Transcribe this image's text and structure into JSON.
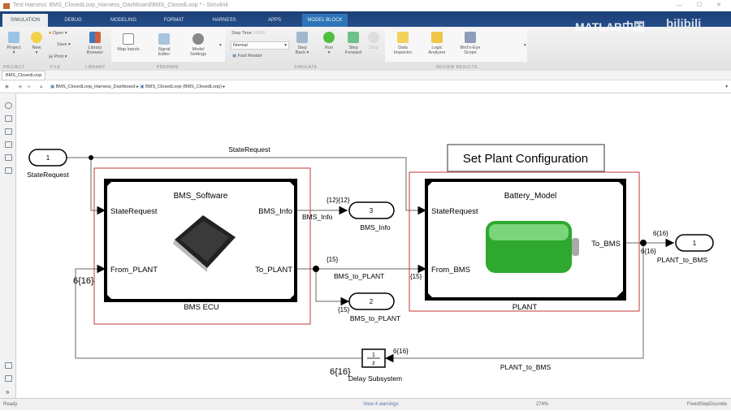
{
  "window": {
    "title": "Test Harness: BMS_ClosedLoop_Harness_Dashboard/BMS_ClosedLoop * - Simulink",
    "watermark": "MATLAB中国",
    "watermark2": "bilibili"
  },
  "tabs": [
    "SIMULATION",
    "DEBUG",
    "MODELING",
    "FORMAT",
    "HARNESS",
    "APPS",
    "MODEL BLOCK"
  ],
  "ribbon": {
    "project": "Project",
    "new": "New",
    "open": "Open",
    "save": "Save",
    "print": "Print",
    "library_browser": "Library Browser",
    "map_inputs": "Map Inputs",
    "signal_editor": "Signal Editor",
    "model_settings": "Model Settings",
    "stop_time_label": "Stop Time",
    "stop_time_value": "20000",
    "sim_mode": "Normal",
    "fast_restart": "Fast Restart",
    "step_back": "Step Back",
    "run": "Run",
    "step_forward": "Step Forward",
    "stop": "Stop",
    "data_inspector": "Data Inspector",
    "logic_analyzer": "Logic Analyzer",
    "birds_eye": "Bird's-Eye Scope",
    "groups": [
      "PROJECT",
      "FILE",
      "LIBRARY",
      "PREPARE",
      "SIMULATE",
      "REVIEW RESULTS"
    ]
  },
  "doc_tab": "BMS_ClosedLoop",
  "breadcrumb": [
    "BMS_ClosedLoop_Harness_Dashboard",
    "BMS_ClosedLoop (BMS_ClosedLoop)"
  ],
  "diagram": {
    "in1": {
      "num": "1",
      "label": "StateRequest"
    },
    "sig_state": "StateRequest",
    "ecu": {
      "label": "BMS ECU",
      "block": "BMS_Software",
      "in1": "StateRequest",
      "in2": "From_PLANT",
      "out1": "BMS_Info",
      "out2": "To_PLANT"
    },
    "dim_left": "6{16}",
    "out3": {
      "num": "3",
      "label": "BMS_Info",
      "dim": "{12}{12}",
      "sig": "BMS_Info"
    },
    "to_plant": {
      "dim": "{15}",
      "sig": "BMS_to_PLANT",
      "dim2": "{15}"
    },
    "out2": {
      "num": "2",
      "label": "BMS_to_PLANT",
      "dim": "{15}"
    },
    "set_plant": "Set Plant Configuration",
    "plant": {
      "label": "PLANT",
      "block": "Battery_Model",
      "in1": "StateRequest",
      "in2": "From_BMS",
      "out1": "To_BMS"
    },
    "out1": {
      "num": "1",
      "label": "PLANT_to_BMS",
      "dim": "6{16}",
      "dim2": "6{16}"
    },
    "delay": {
      "num": "1",
      "den": "z",
      "label": "Delay Subsystem",
      "dim_in": "6{16}",
      "dim_out": "6{16}"
    },
    "fb_sig": "PLANT_to_BMS"
  },
  "status": {
    "state": "Ready",
    "warnings": "View 4 warnings",
    "zoom": "274%",
    "solver": "FixedStepDiscrete"
  }
}
